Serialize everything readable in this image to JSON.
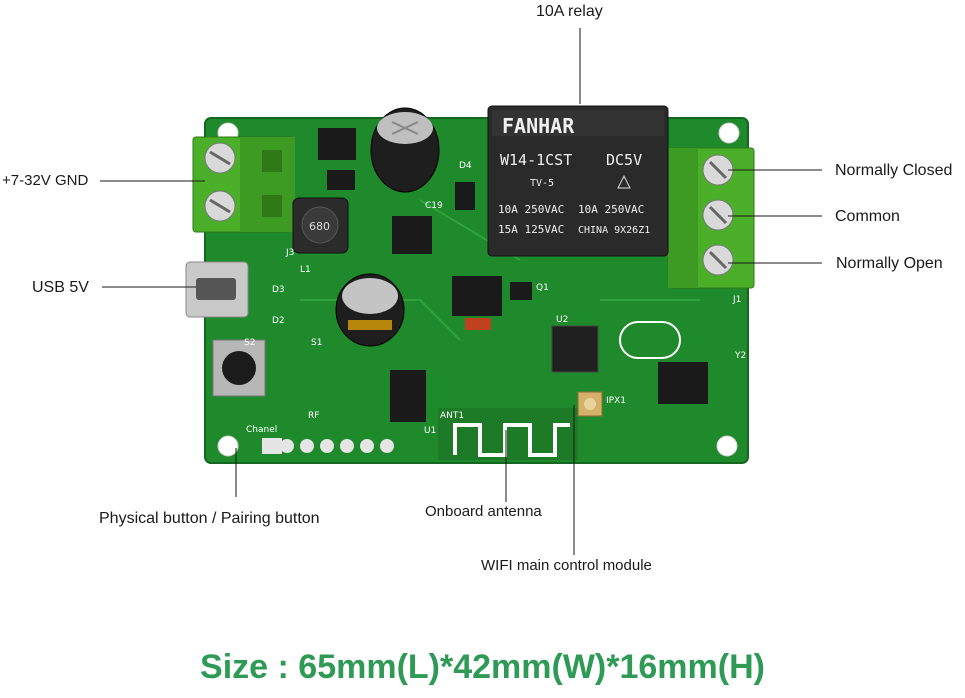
{
  "labels": {
    "relay": "10A relay",
    "power": "+7-32V GND",
    "nc": "Normally Closed",
    "com": "Common",
    "no": "Normally Open",
    "usb": "USB 5V",
    "button": "Physical button / Pairing button",
    "antenna": "Onboard antenna",
    "wifi": "WIFI main control module"
  },
  "caption": "Size : 65mm(L)*42mm(W)*16mm(H)",
  "relay_markings": {
    "brand": "FANHAR",
    "model": "W14-1CST",
    "voltage": "DC5V",
    "rating1": "10A 250VAC",
    "rating2": "15A 125VAC",
    "rating3": "10A 250VAC",
    "origin": "CHINA 9X26Z1",
    "tv": "TV-5"
  },
  "silkscreen": {
    "j3": "J3",
    "j1": "J1",
    "s1": "S1",
    "s2": "S2",
    "u1": "U1",
    "u2": "U2",
    "d4": "D4",
    "d3": "D3",
    "d2": "D2",
    "q1": "Q1",
    "c19": "C19",
    "l1": "L1",
    "ant": "ANT1",
    "ipx": "IPX1",
    "y2": "Y2",
    "rf": "RF",
    "chanel": "Chanel",
    "inductor": "680"
  },
  "colors": {
    "pcb": "#1f8a2c",
    "terminal": "#4caf2a",
    "relay": "#2a2a2a",
    "caption": "#2e9a55"
  }
}
